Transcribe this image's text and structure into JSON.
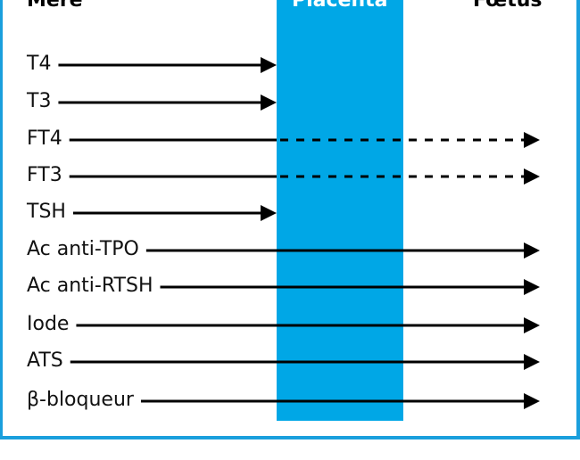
{
  "columns": {
    "mother": "Mère",
    "placenta": "Placenta",
    "fetus": "Fœtus"
  },
  "colors": {
    "placenta": "#00a7e6",
    "frame": "#1a9fdd",
    "arrow": "#000000"
  },
  "rows": [
    {
      "label": "T4",
      "crosses": false,
      "partial": false
    },
    {
      "label": "T3",
      "crosses": false,
      "partial": false
    },
    {
      "label": "FT4",
      "crosses": true,
      "partial": true
    },
    {
      "label": "FT3",
      "crosses": true,
      "partial": true
    },
    {
      "label": "TSH",
      "crosses": false,
      "partial": false
    },
    {
      "label": "Ac anti-TPO",
      "crosses": true,
      "partial": false
    },
    {
      "label": "Ac anti-RTSH",
      "crosses": true,
      "partial": false
    },
    {
      "label": "Iode",
      "crosses": true,
      "partial": false
    },
    {
      "label": "ATS",
      "crosses": true,
      "partial": false
    },
    {
      "label": "β-bloqueur",
      "crosses": true,
      "partial": false
    }
  ]
}
